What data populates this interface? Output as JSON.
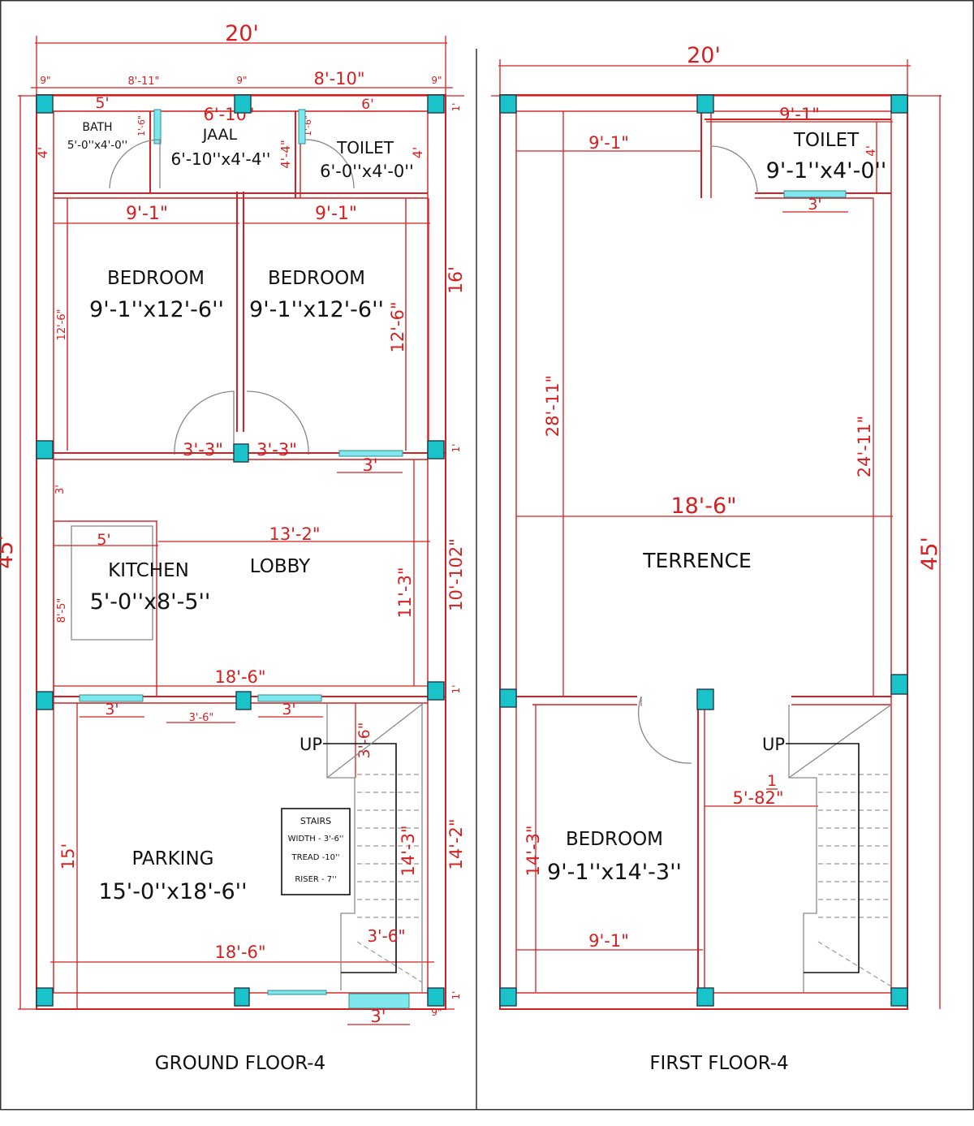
{
  "colors": {
    "wall": "#d42020",
    "column": "#19c3c9",
    "window": "#7fe6ec",
    "text": "#111111"
  },
  "ground": {
    "title": "GROUND FLOOR-4",
    "overall_width": "20'",
    "overall_length": "45'",
    "rooms": {
      "bath": {
        "name": "BATH",
        "size": "5'-0''x4'-0''"
      },
      "jaal": {
        "name": "JAAL",
        "size": "6'-10''x4'-4''"
      },
      "toilet": {
        "name": "TOILET",
        "size": "6'-0''x4'-0''"
      },
      "bedroom1": {
        "name": "BEDROOM",
        "size": "9'-1''x12'-6''"
      },
      "bedroom2": {
        "name": "BEDROOM",
        "size": "9'-1''x12'-6''"
      },
      "kitchen": {
        "name": "KITCHEN",
        "size": "5'-0''x8'-5''"
      },
      "lobby": {
        "name": "LOBBY"
      },
      "parking": {
        "name": "PARKING",
        "size": "15'-0''x18'-6''"
      }
    },
    "up_label": "UP",
    "stairs": {
      "title": "STAIRS",
      "width": "WIDTH - 3'-6''",
      "tread": "TREAD -10''",
      "riser": "RISER - 7''"
    },
    "dims": {
      "d9a": "9\"",
      "d8_11": "8'-11\"",
      "d9b": "9\"",
      "d8_10": "8'-10\"",
      "d9c": "9\"",
      "d5": "5'",
      "d6_10": "6'-10\"",
      "d6": "6'",
      "d1a": "1'",
      "d4a": "4'",
      "d4b": "4'",
      "d1_6a": "1'-6\"",
      "d1_6b": "1'-6\"",
      "d4_4": "4'-4\"",
      "d9_1a": "9'-1\"",
      "d9_1b": "9'-1\"",
      "d16": "16'",
      "d12_6a": "12'-6\"",
      "d12_6b": "12'-6\"",
      "d3_3a": "3'-3\"",
      "d3_3b": "3'-3\"",
      "d3a": "3'",
      "d1b": "1'",
      "d3v": "3'",
      "d5k": "5'",
      "d13_2": "13'-2\"",
      "d10_102": "10'-102\"",
      "d11_3": "11'-3\"",
      "d8_5": "8'-5\"",
      "d18_6a": "18'-6\"",
      "d1c": "1'",
      "d3b": "3'",
      "d3_6a": "3'-6\"",
      "d3c": "3'",
      "d3_6v": "3'-6\"",
      "d15": "15'",
      "d14_3": "14'-3\"",
      "d14_2": "14'-2\"",
      "d3_6b": "3'-6\"",
      "d18_6b": "18'-6\"",
      "d1d": "1'",
      "d9d": "9\"",
      "d3d": "3'"
    }
  },
  "first": {
    "title": "FIRST FLOOR-4",
    "overall_width": "20'",
    "overall_length": "45'",
    "rooms": {
      "toilet": {
        "name": "TOILET",
        "size": "9'-1''x4'-0''"
      },
      "terrence": {
        "name": "TERRENCE"
      },
      "bedroom": {
        "name": "BEDROOM",
        "size": "9'-1''x14'-3''"
      }
    },
    "up_label": "UP",
    "dims": {
      "d9_1a": "9'-1\"",
      "d9_1b": "9'-1\"",
      "d4": "4'",
      "d3": "3'",
      "d28_11": "28'-11\"",
      "d24_11": "24'-11\"",
      "d18_6": "18'-6\"",
      "frac_num": "1",
      "d5_8": "5'-82\"",
      "d14_3": "14'-3\"",
      "d9_1c": "9'-1\""
    }
  }
}
